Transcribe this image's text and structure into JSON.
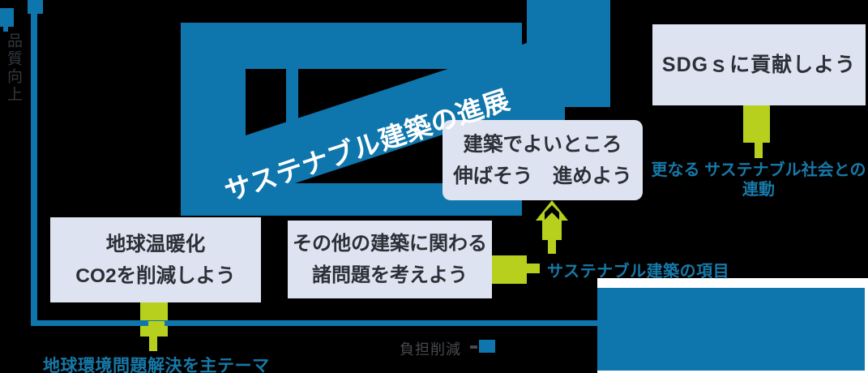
{
  "labels": {
    "y_axis": "品質向上",
    "x_axis": "負担削減",
    "arrow": "サステナブル建築の進展",
    "theme": "地球環境問題解決を主テーマ",
    "items": "サステナブル建築の項目",
    "sdgs_line1": "更なる",
    "sdgs_line2": "サステナブル社会との連動"
  },
  "boxes": {
    "warming": {
      "line1": "地球温暖化",
      "line2": "CO2を削減しよう"
    },
    "other": {
      "line1": "その他の建築に関わる",
      "line2": "諸問題を考えよう"
    },
    "good": {
      "line1": "建築でよいところ",
      "line2": "伸ばそう　進めよう"
    },
    "sdgs": {
      "line1": "SDGｓに貢献しよう"
    }
  },
  "colors": {
    "blue": "#0f76ad",
    "green": "#b6d01d",
    "box_bg": "#dde3f0",
    "label_blue": "#1779a8",
    "text_dark": "#2b2f36",
    "text_gray": "#46494e",
    "white": "#ffffff"
  }
}
